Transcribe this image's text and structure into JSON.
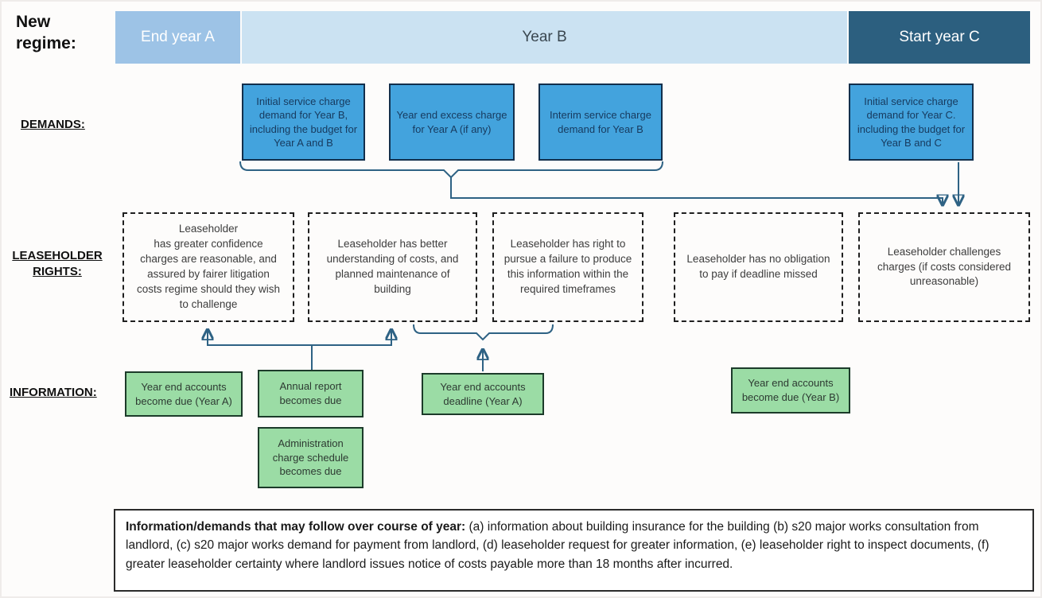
{
  "header": {
    "title": "New\nregime:",
    "timeline": [
      {
        "label": "End year A",
        "bg": "#9DC3E6",
        "text_color": "#FFFFFF"
      },
      {
        "label": "Year B",
        "bg": "#CBE2F2",
        "text_color": "#3A4750"
      },
      {
        "label": "Start year C",
        "bg": "#2C5F7F",
        "text_color": "#FFFFFF"
      }
    ]
  },
  "row_labels": {
    "demands": "DEMANDS:",
    "rights": "LEASEHOLDER\nRIGHTS:",
    "information": "INFORMATION:"
  },
  "demands": {
    "boxes": [
      {
        "text": "Initial service charge demand for Year B, including the budget for Year A and B"
      },
      {
        "text": "Year end excess charge for Year A (if any)"
      },
      {
        "text": "Interim service charge demand for Year B"
      },
      {
        "text": "Initial service charge demand for Year C. including the budget for Year B and C"
      }
    ]
  },
  "rights": {
    "boxes": [
      {
        "text": "Leaseholder\nhas greater confidence charges are reasonable, and assured by fairer litigation costs regime should they wish to challenge"
      },
      {
        "text": "Leaseholder has better understanding of costs, and planned maintenance of building"
      },
      {
        "text": "Leaseholder has right to pursue a failure to produce this information within the required timeframes"
      },
      {
        "text": "Leaseholder has no obligation to pay if deadline missed"
      },
      {
        "text": "Leaseholder challenges charges (if costs considered unreasonable)"
      }
    ]
  },
  "information": {
    "boxes": [
      {
        "text": "Year end accounts become due (Year A)"
      },
      {
        "text": "Annual report becomes due"
      },
      {
        "text": "Year end accounts deadline (Year A)"
      },
      {
        "text": "Year end accounts become due (Year B)"
      },
      {
        "text": "Administration charge schedule becomes due"
      }
    ]
  },
  "note": {
    "lead": "Information/demands that may follow over course of year:",
    "body": " (a) information about building insurance for the building (b) s20 major works consultation from landlord, (c) s20 major works demand for payment from landlord, (d) leaseholder request for greater information, (e) leaseholder right to inspect documents, (f) greater leaseholder certainty where landlord issues notice of costs payable more than 18 months after incurred."
  },
  "colors": {
    "bar_end_year_a": "#9DC3E6",
    "bar_year_b": "#CBE2F2",
    "bar_start_year_c": "#2C5F7F",
    "demand_box_fill": "#43A3DD",
    "demand_box_border": "#122F4C",
    "demand_box_text": "#173A5E",
    "rights_box_border": "#1F1F1F",
    "info_box_fill": "#9BDCA5",
    "info_box_border": "#1C3B2A",
    "connector_line": "#2E6284",
    "note_border": "#2B2B2B"
  }
}
